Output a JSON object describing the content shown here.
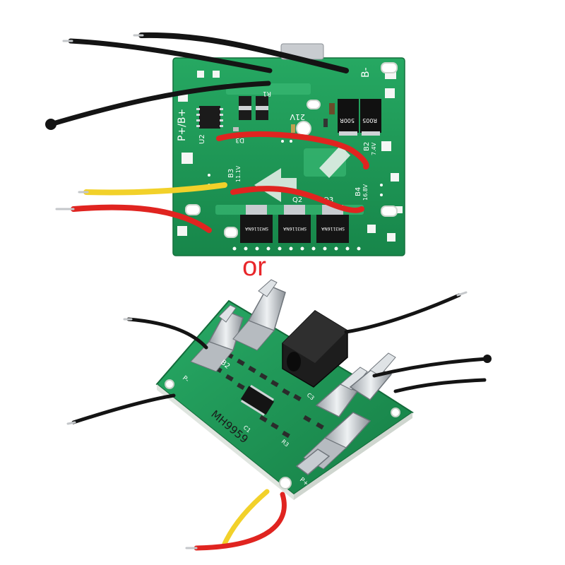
{
  "separator": {
    "text": "or",
    "color": "#e8262a"
  },
  "top_board": {
    "board_color": "#1f9a55",
    "markings": {
      "p_plus": "P+/B+",
      "b_minus": "B-",
      "u2": "U2",
      "r1": "R1",
      "d3": "D3",
      "zener": "21V",
      "res_a": "500R",
      "res_b": "R005",
      "b2": "B2",
      "b2_v": "7.4V",
      "b3": "B3",
      "b3_v": "11.1V",
      "b4": "B4",
      "b4_v": "16.8V",
      "q2": "Q2",
      "q3": "Q3",
      "mosfet": "SM3116NA"
    },
    "wire_colors": {
      "black": "#141414",
      "red": "#e02420",
      "yellow": "#f2d12a"
    }
  },
  "bottom_board": {
    "board_color": "#1e9b58",
    "markings": {
      "model": "MH9959",
      "b2": "B2",
      "p_plus": "P+",
      "p_minus": "P-",
      "r3": "R3",
      "c1": "C1",
      "c3": "C3"
    }
  }
}
